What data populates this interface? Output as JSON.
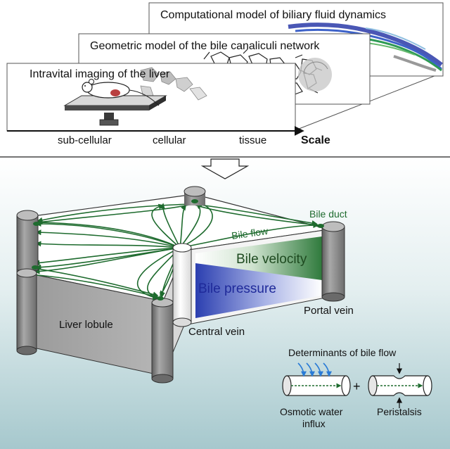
{
  "top": {
    "panels": {
      "computational": "Computational model of biliary fluid dynamics",
      "geometric": "Geometric model of the bile canaliculi network",
      "intravital": "Intravital imaging of  the liver"
    },
    "axis": {
      "ticks": [
        "sub-cellular",
        "cellular",
        "tissue"
      ],
      "label": "Scale"
    }
  },
  "bottom": {
    "labels": {
      "bile_duct": "Bile duct",
      "bile_flow": "Bile flow",
      "bile_velocity": "Bile velocity",
      "bile_pressure": "Bile pressure",
      "portal_vein": "Portal vein",
      "central_vein": "Central vein",
      "liver_lobule": "Liver lobule"
    },
    "determinants": {
      "title": "Determinants of bile flow",
      "plus": "+",
      "osmotic_line1": "Osmotic water",
      "osmotic_line2": "influx",
      "peristalsis": "Peristalsis"
    }
  },
  "colors": {
    "green": "#1e6b2e",
    "blue": "#2a3aa8",
    "gray": "#8c8c8c",
    "dark": "#1a1a1a",
    "teal_top": "#ffffff",
    "teal_bottom": "#a6c8cd"
  }
}
